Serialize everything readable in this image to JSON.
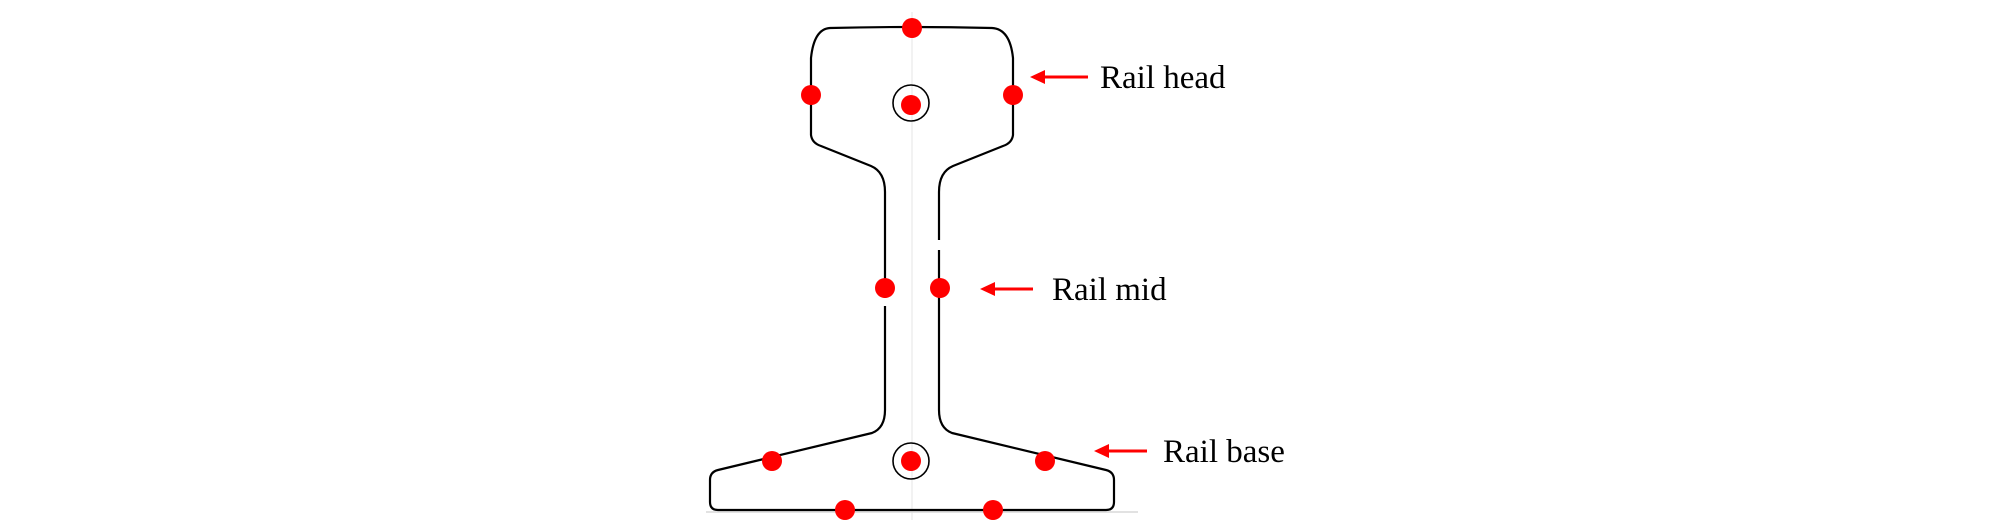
{
  "labels": {
    "head": "Rail head",
    "mid": "Rail mid",
    "base": "Rail base"
  },
  "colors": {
    "outline": "#000000",
    "marker": "#ff0000",
    "arrow": "#ff0000",
    "centerline": "#bdbdbd"
  }
}
